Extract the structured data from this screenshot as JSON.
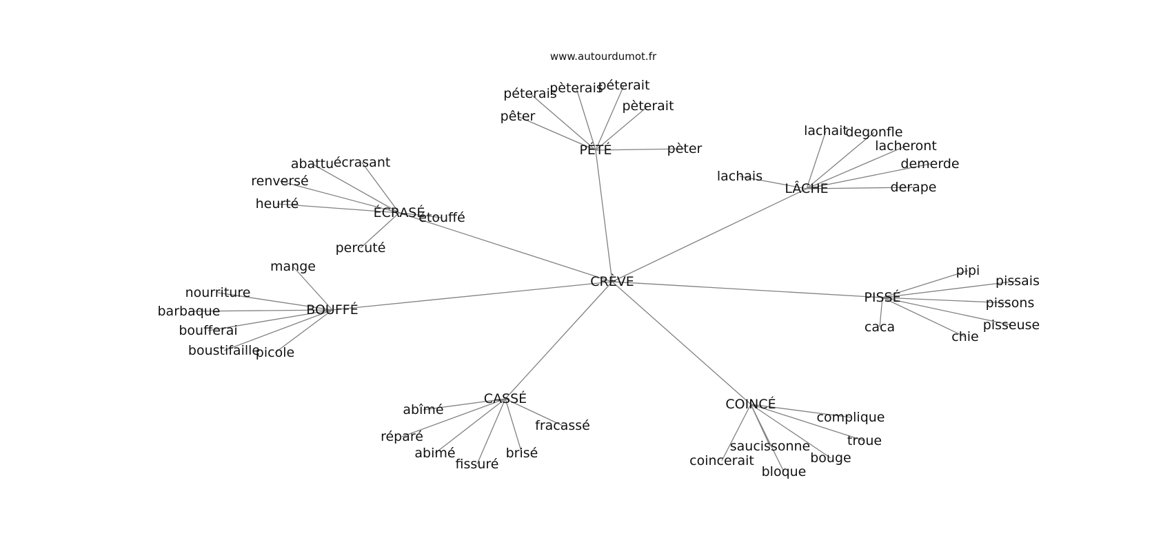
{
  "source": "www.autourdumot.fr",
  "center": "CRÈVE",
  "clusters": [
    {
      "hub": "PÉTÉ",
      "words": [
        "péterais",
        "pèterais",
        "péterait",
        "pèterait",
        "pêter",
        "pèter"
      ]
    },
    {
      "hub": "LÂCHE",
      "words": [
        "lachait",
        "degonfle",
        "lacheront",
        "demerde",
        "lachais",
        "derape"
      ]
    },
    {
      "hub": "ÉCRASÉ",
      "words": [
        "abattu",
        "écrasant",
        "renversé",
        "heurté",
        "étouffé",
        "percuté"
      ]
    },
    {
      "hub": "BOUFFÉ",
      "words": [
        "mange",
        "nourriture",
        "barbaque",
        "boufferai",
        "boustifaille",
        "picole"
      ]
    },
    {
      "hub": "PISSÉ",
      "words": [
        "pipi",
        "pissais",
        "pissons",
        "pisseuse",
        "chie",
        "caca"
      ]
    },
    {
      "hub": "CASSÉ",
      "words": [
        "abîmé",
        "réparé",
        "abimé",
        "fissuré",
        "brisé",
        "fracassé"
      ]
    },
    {
      "hub": "COINCÉ",
      "words": [
        "complique",
        "troue",
        "saucissonne",
        "coincerait",
        "bloque",
        "bouge"
      ]
    }
  ]
}
